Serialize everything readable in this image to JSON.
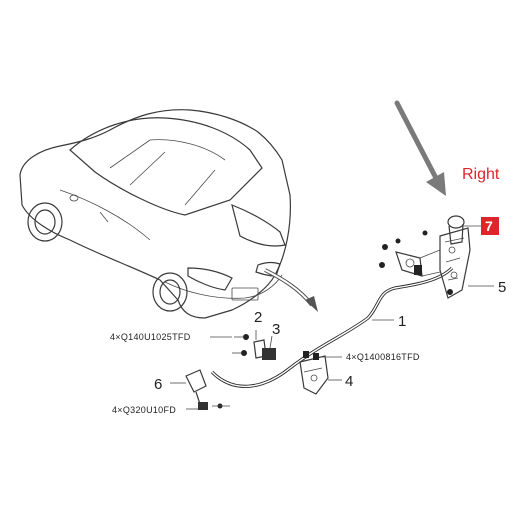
{
  "callouts": {
    "n1": "1",
    "n2": "2",
    "n3": "3",
    "n4": "4",
    "n5": "5",
    "n6": "6",
    "n7": "7"
  },
  "part_codes": {
    "bolt_2": "4×Q140U1025TFD",
    "nut_4": "4×Q1400816TFD",
    "bolt_6": "4×Q320U10FD"
  },
  "side_label": "Right",
  "colors": {
    "accent": "#e0242b",
    "arrow_gray": "#7a7a7a",
    "line": "#333333"
  }
}
